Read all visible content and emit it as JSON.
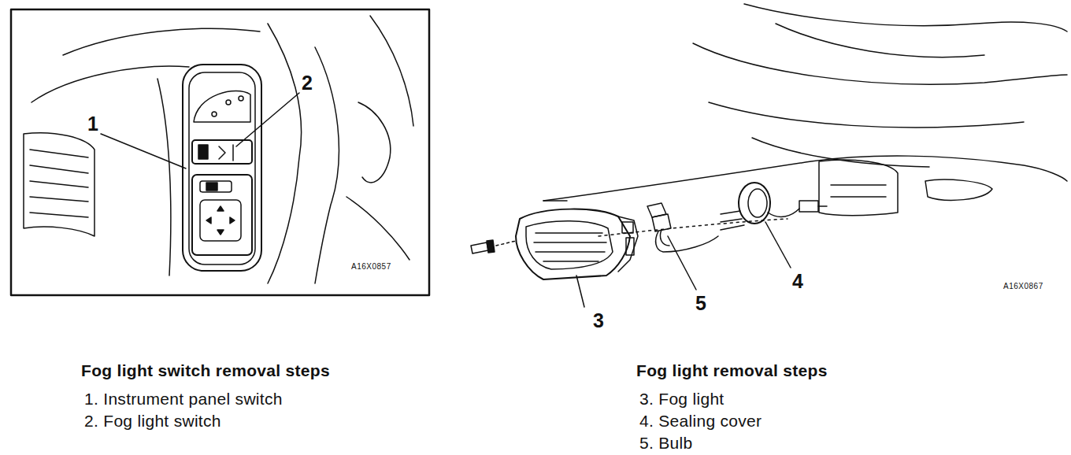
{
  "diagram": {
    "labels": [
      "2",
      "1",
      "A16X0857",
      "4",
      "5",
      "3",
      "A16X0867",
      "Fog light switch removal steps",
      "1. Instrument panel switch",
      "2. Fog light switch",
      "Fog light removal steps",
      "3. Fog light",
      "4. Sealing cover",
      "5. Bulb"
    ]
  }
}
